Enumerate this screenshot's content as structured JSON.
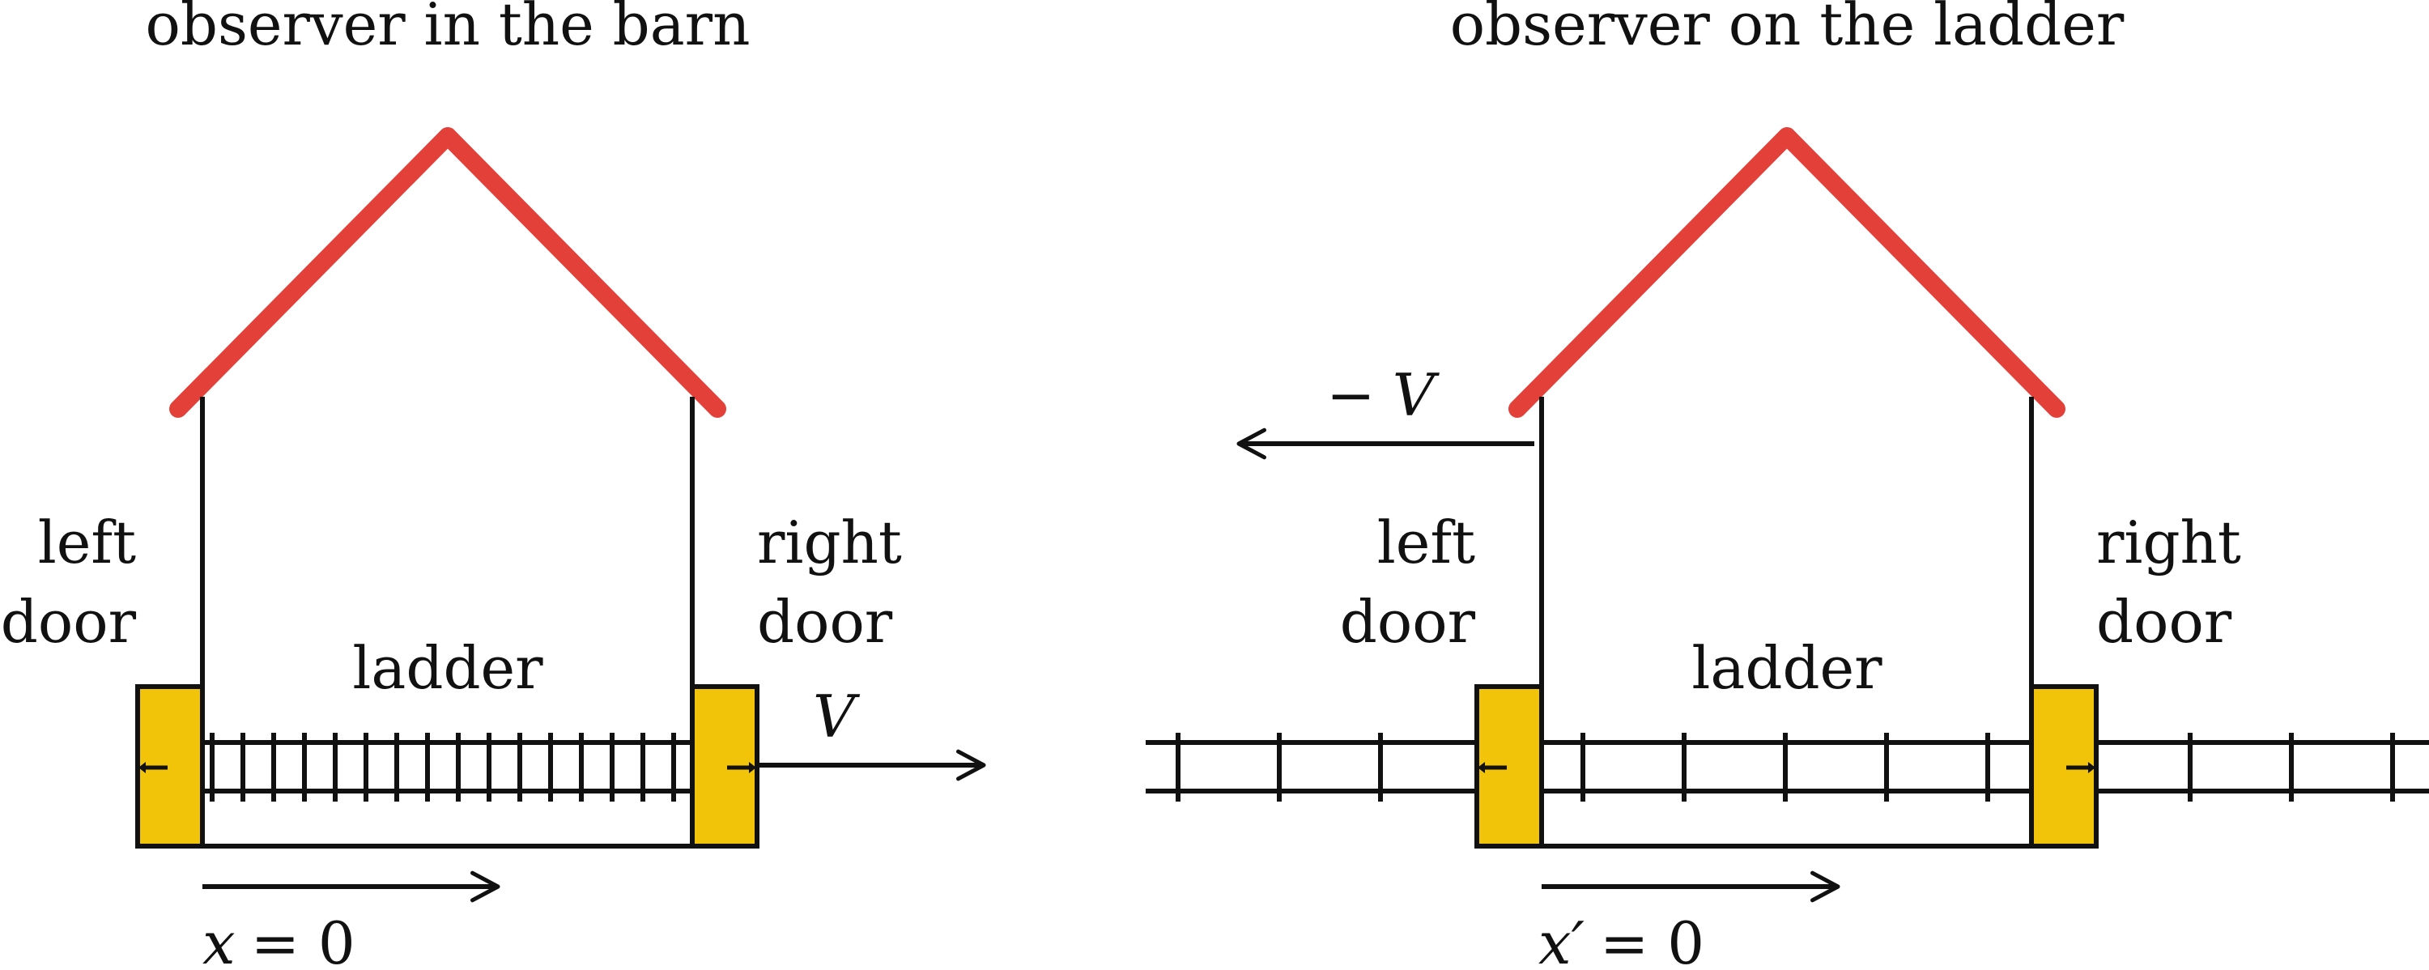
{
  "colors": {
    "roof": "#e4403a",
    "door": "#f1c40a",
    "ink": "#111111"
  },
  "left_panel": {
    "title": "observer in the barn",
    "left_door": [
      "left",
      "door"
    ],
    "right_door": [
      "right",
      "door"
    ],
    "ladder_label": "ladder",
    "velocity_label": "V",
    "origin_var": "x",
    "origin_eq": "= 0"
  },
  "right_panel": {
    "title": "observer on the ladder",
    "left_door": [
      "left",
      "door"
    ],
    "right_door": [
      "right",
      "door"
    ],
    "ladder_label": "ladder",
    "velocity_sign": "−",
    "velocity_label": "V",
    "origin_var": "x′",
    "origin_eq": "= 0"
  }
}
